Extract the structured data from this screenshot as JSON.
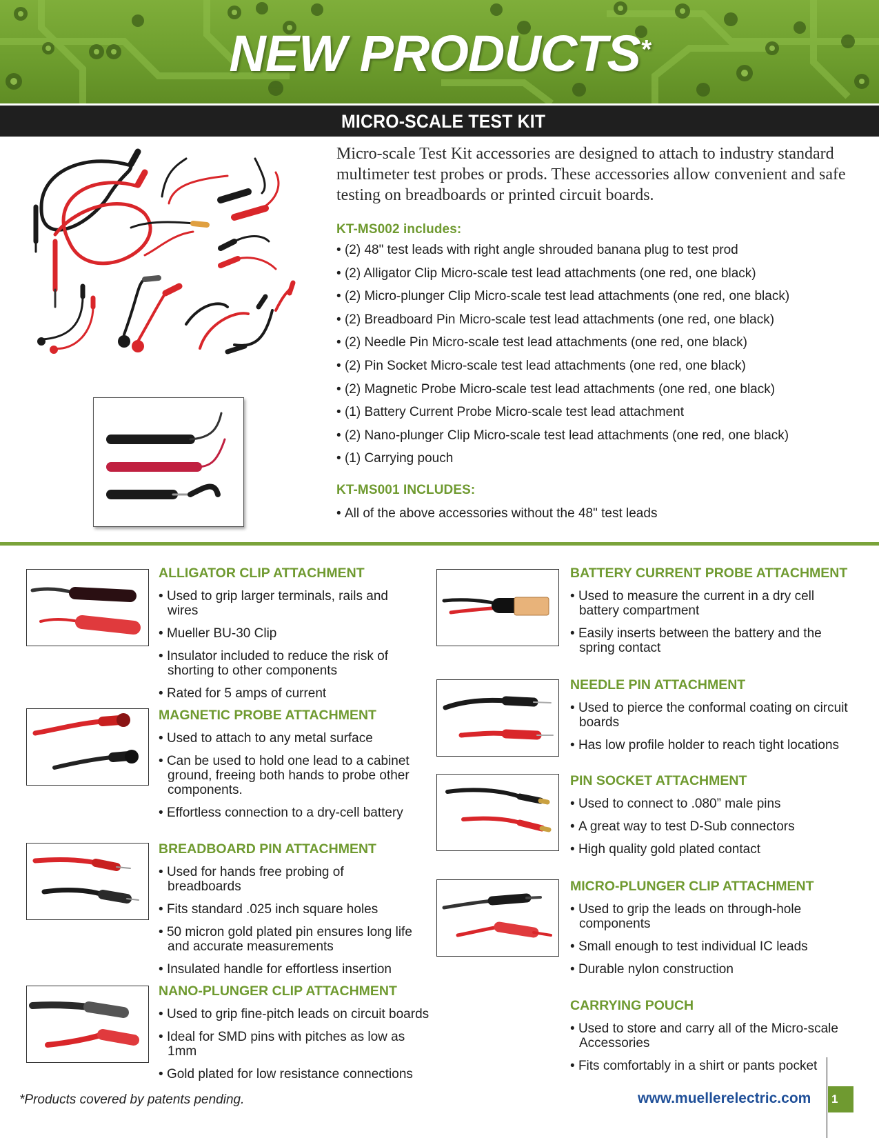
{
  "banner": {
    "title": "NEW PRODUCTS",
    "title_mark": "*"
  },
  "section": {
    "title": "MICRO-SCALE TEST KIT"
  },
  "intro": {
    "paragraph": "Micro-scale Test Kit accessories are designed to attach to industry standard multimeter test probes or prods. These accessories allow convenient and safe testing on breadboards or printed circuit boards.",
    "kit2_heading": "KT-MS002 includes:",
    "kit2_items": [
      "(2) 48\" test leads with right angle shrouded banana plug to test prod",
      "(2) Alligator Clip Micro-scale test lead attachments (one red, one black)",
      "(2) Micro-plunger Clip Micro-scale test lead attachments (one red, one black)",
      "(2) Breadboard Pin Micro-scale test lead attachments (one red, one black)",
      "(2) Needle Pin Micro-scale test lead attachments (one red, one black)",
      "(2) Pin Socket Micro-scale test lead attachments (one red, one black)",
      "(2) Magnetic Probe Micro-scale test lead attachments (one red, one black)",
      "(1) Battery Current Probe Micro-scale test lead attachment",
      "(2) Nano-plunger Clip Micro-scale test lead attachments (one red, one black)",
      "(1) Carrying pouch"
    ],
    "kit1_heading": "KT-MS001 INCLUDES:",
    "kit1_items": [
      "All of the above accessories without the 48\" test leads"
    ]
  },
  "features": {
    "alligator": {
      "title": "ALLIGATOR CLIP ATTACHMENT",
      "bullets": [
        "Used to grip larger terminals, rails and wires",
        "Mueller BU-30 Clip",
        "Insulator included to reduce the risk of shorting to other components",
        "Rated for 5 amps of current"
      ]
    },
    "magnetic": {
      "title": "MAGNETIC PROBE ATTACHMENT",
      "bullets": [
        "Used to attach to any metal surface",
        "Can be used to hold one lead to a cabinet ground, freeing both hands to probe other components.",
        "Effortless connection to a dry-cell battery"
      ]
    },
    "breadboard": {
      "title": "BREADBOARD PIN ATTACHMENT",
      "bullets": [
        "Used for hands free probing of breadboards",
        "Fits standard .025 inch square holes",
        "50 micron gold plated pin ensures long life and accurate measurements",
        "Insulated handle for effortless insertion"
      ]
    },
    "nano": {
      "title": "NANO-PLUNGER CLIP ATTACHMENT",
      "bullets": [
        "Used to grip fine-pitch leads on circuit boards",
        "Ideal for SMD pins with pitches as low as 1mm",
        "Gold plated for low resistance connections"
      ]
    },
    "battery": {
      "title": "BATTERY CURRENT PROBE ATTACHMENT",
      "bullets": [
        "Used to measure the current in a dry cell battery compartment",
        "Easily inserts between the battery and the spring contact"
      ]
    },
    "needle": {
      "title": "NEEDLE PIN ATTACHMENT",
      "bullets": [
        "Used to pierce the conformal coating on circuit boards",
        "Has low profile holder to reach tight locations"
      ]
    },
    "socket": {
      "title": "PIN SOCKET ATTACHMENT",
      "bullets": [
        "Used to connect to .080” male pins",
        "A great way to test D-Sub connectors",
        "High quality gold plated contact"
      ]
    },
    "microplunger": {
      "title": "MICRO-PLUNGER CLIP ATTACHMENT",
      "bullets": [
        "Used to grip the leads on through-hole components",
        "Small enough to test individual IC leads",
        "Durable nylon construction"
      ]
    },
    "pouch": {
      "title": "CARRYING POUCH",
      "bullets": [
        "Used to store and carry all of the Micro-scale Accessories",
        "Fits comfortably in a shirt or pants pocket"
      ]
    }
  },
  "footer": {
    "footnote": "*Products covered by patents pending.",
    "website": "www.muellerelectric.com",
    "page_number": "1"
  },
  "colors": {
    "accent_green": "#6f9a30",
    "bar_dark": "#1f1f1f",
    "link_blue": "#1f4f98"
  }
}
